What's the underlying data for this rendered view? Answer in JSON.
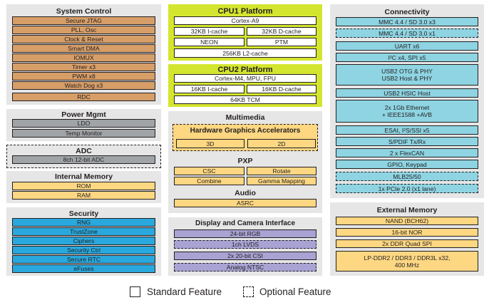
{
  "system_control": {
    "title": "System Control",
    "items": [
      "Secure JTAG",
      "PLL, Osc",
      "Clock & Reset",
      "Smart DMA",
      "IOMUX",
      "Timer x3",
      "PWM x8",
      "Watch Dog x3",
      "RDC"
    ]
  },
  "power_mgmt": {
    "title": "Power Mgmt",
    "items": [
      "LDO",
      "Temp Monitor"
    ]
  },
  "adc": {
    "title": "ADC",
    "item": "8ch 12-bit ADC"
  },
  "internal_memory": {
    "title": "Internal Memory",
    "items": [
      "ROM",
      "RAM"
    ]
  },
  "security": {
    "title": "Security",
    "items": [
      "RNG",
      "TrustZone",
      "Ciphers",
      "Security Ctrl",
      "Secure RTC",
      "eFuses"
    ]
  },
  "cpu1": {
    "title": "CPU1 Platform",
    "core": "Cortex-A9",
    "icache": "32KB I-cache",
    "dcache": "32KB D-cache",
    "neon": "NEON",
    "ptm": "PTM",
    "l2": "256KB L2-cache"
  },
  "cpu2": {
    "title": "CPU2 Platform",
    "core": "Cortex-M4, MPU, FPU",
    "icache": "16KB I-cache",
    "dcache": "16KB D-cache",
    "tcm": "64KB TCM"
  },
  "multimedia": {
    "title": "Multimedia",
    "hga_title": "Hardware Graphics Accelerators",
    "hga_3d": "3D",
    "hga_2d": "2D",
    "pxp_title": "PXP",
    "csc": "CSC",
    "rotate": "Rotate",
    "combine": "Combine",
    "gamma": "Gamma Mapping",
    "audio_title": "Audio",
    "asrc": "ASRC"
  },
  "display": {
    "title": "Display and Camera Interface",
    "items": [
      "24-bit RGB",
      "1ch LVDS",
      "2x 20-bit CSI",
      "Analog NTSC"
    ]
  },
  "connectivity": {
    "title": "Connectivity",
    "mmc1": "MMC 4.4 / SD 3.0 x3",
    "mmc2": "MMC 4.4 / SD 3.0 x1",
    "uart": "UART x6",
    "i2c": "I²C x4, SPI x5",
    "usb1": "USB2 OTG & PHY",
    "usb2": "USB2 Host & PHY",
    "hsic": "USB2 HSIC Host",
    "eth1": "2x 1Gb Ethernet",
    "eth2": "+ IEEE1588 +AVB",
    "esai": "ESAI, I²S/SSI x5",
    "spdif": "S/PDIF Tx/Rx",
    "flexcan": "2 x FlexCAN",
    "gpio": "GPIO, Keypad",
    "mlb": "MLB25/50",
    "pcie": "1x PCIe 2.0 (x1 lane)"
  },
  "external_memory": {
    "title": "External Memory",
    "nand": "NAND (BCH62)",
    "nor": "16-bit NOR",
    "ddr_spi": "2x DDR Quad SPI",
    "lpddr1": "LP-DDR2 / DDR3 / DDR3L x32,",
    "lpddr2": "400 MHz"
  },
  "legend": {
    "standard": "Standard Feature",
    "optional": "Optional Feature"
  },
  "colors": {
    "panel": "#e6e6e6",
    "system_control": "#d79e68",
    "power": "#a0a4a7",
    "memory": "#fdd782",
    "security": "#29a8dd",
    "cpu": "#d4e52f",
    "connectivity": "#8ed4e2",
    "display": "#a8a3d3"
  }
}
